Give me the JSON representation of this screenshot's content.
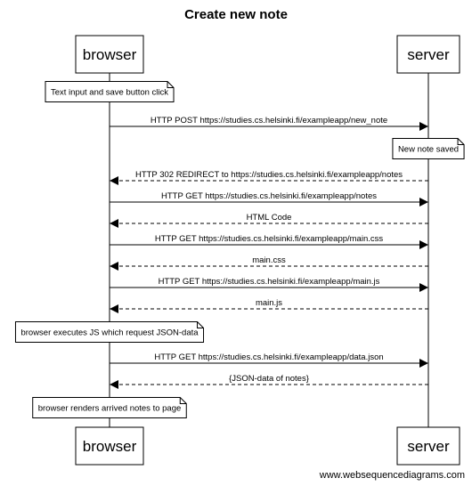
{
  "title": "Create new note",
  "participants": [
    "browser",
    "server"
  ],
  "events": [
    {
      "kind": "note",
      "over": "browser",
      "text": "Text input and save button click"
    },
    {
      "kind": "msg",
      "from": "browser",
      "to": "server",
      "style": "solid",
      "text": "HTTP POST https://studies.cs.helsinki.fi/exampleapp/new_note"
    },
    {
      "kind": "note",
      "over": "server",
      "text": "New note saved"
    },
    {
      "kind": "msg",
      "from": "server",
      "to": "browser",
      "style": "dashed",
      "text": "HTTP 302 REDIRECT to https://studies.cs.helsinki.fi/exampleapp/notes"
    },
    {
      "kind": "msg",
      "from": "browser",
      "to": "server",
      "style": "solid",
      "text": "HTTP GET https://studies.cs.helsinki.fi/exampleapp/notes"
    },
    {
      "kind": "msg",
      "from": "server",
      "to": "browser",
      "style": "dashed",
      "text": "HTML Code"
    },
    {
      "kind": "msg",
      "from": "browser",
      "to": "server",
      "style": "solid",
      "text": "HTTP GET https://studies.cs.helsinki.fi/exampleapp/main.css"
    },
    {
      "kind": "msg",
      "from": "server",
      "to": "browser",
      "style": "dashed",
      "text": "main.css"
    },
    {
      "kind": "msg",
      "from": "browser",
      "to": "server",
      "style": "solid",
      "text": "HTTP GET https://studies.cs.helsinki.fi/exampleapp/main.js"
    },
    {
      "kind": "msg",
      "from": "server",
      "to": "browser",
      "style": "dashed",
      "text": "main.js"
    },
    {
      "kind": "note",
      "over": "browser",
      "text": "browser executes JS which request JSON-data"
    },
    {
      "kind": "msg",
      "from": "browser",
      "to": "server",
      "style": "solid",
      "text": "HTTP GET https://studies.cs.helsinki.fi/exampleapp/data.json"
    },
    {
      "kind": "msg",
      "from": "server",
      "to": "browser",
      "style": "dashed",
      "text": "{JSON-data of notes}"
    },
    {
      "kind": "note",
      "over": "browser",
      "text": "browser renders arrived notes to page"
    }
  ],
  "footer": "www.websequencediagrams.com"
}
